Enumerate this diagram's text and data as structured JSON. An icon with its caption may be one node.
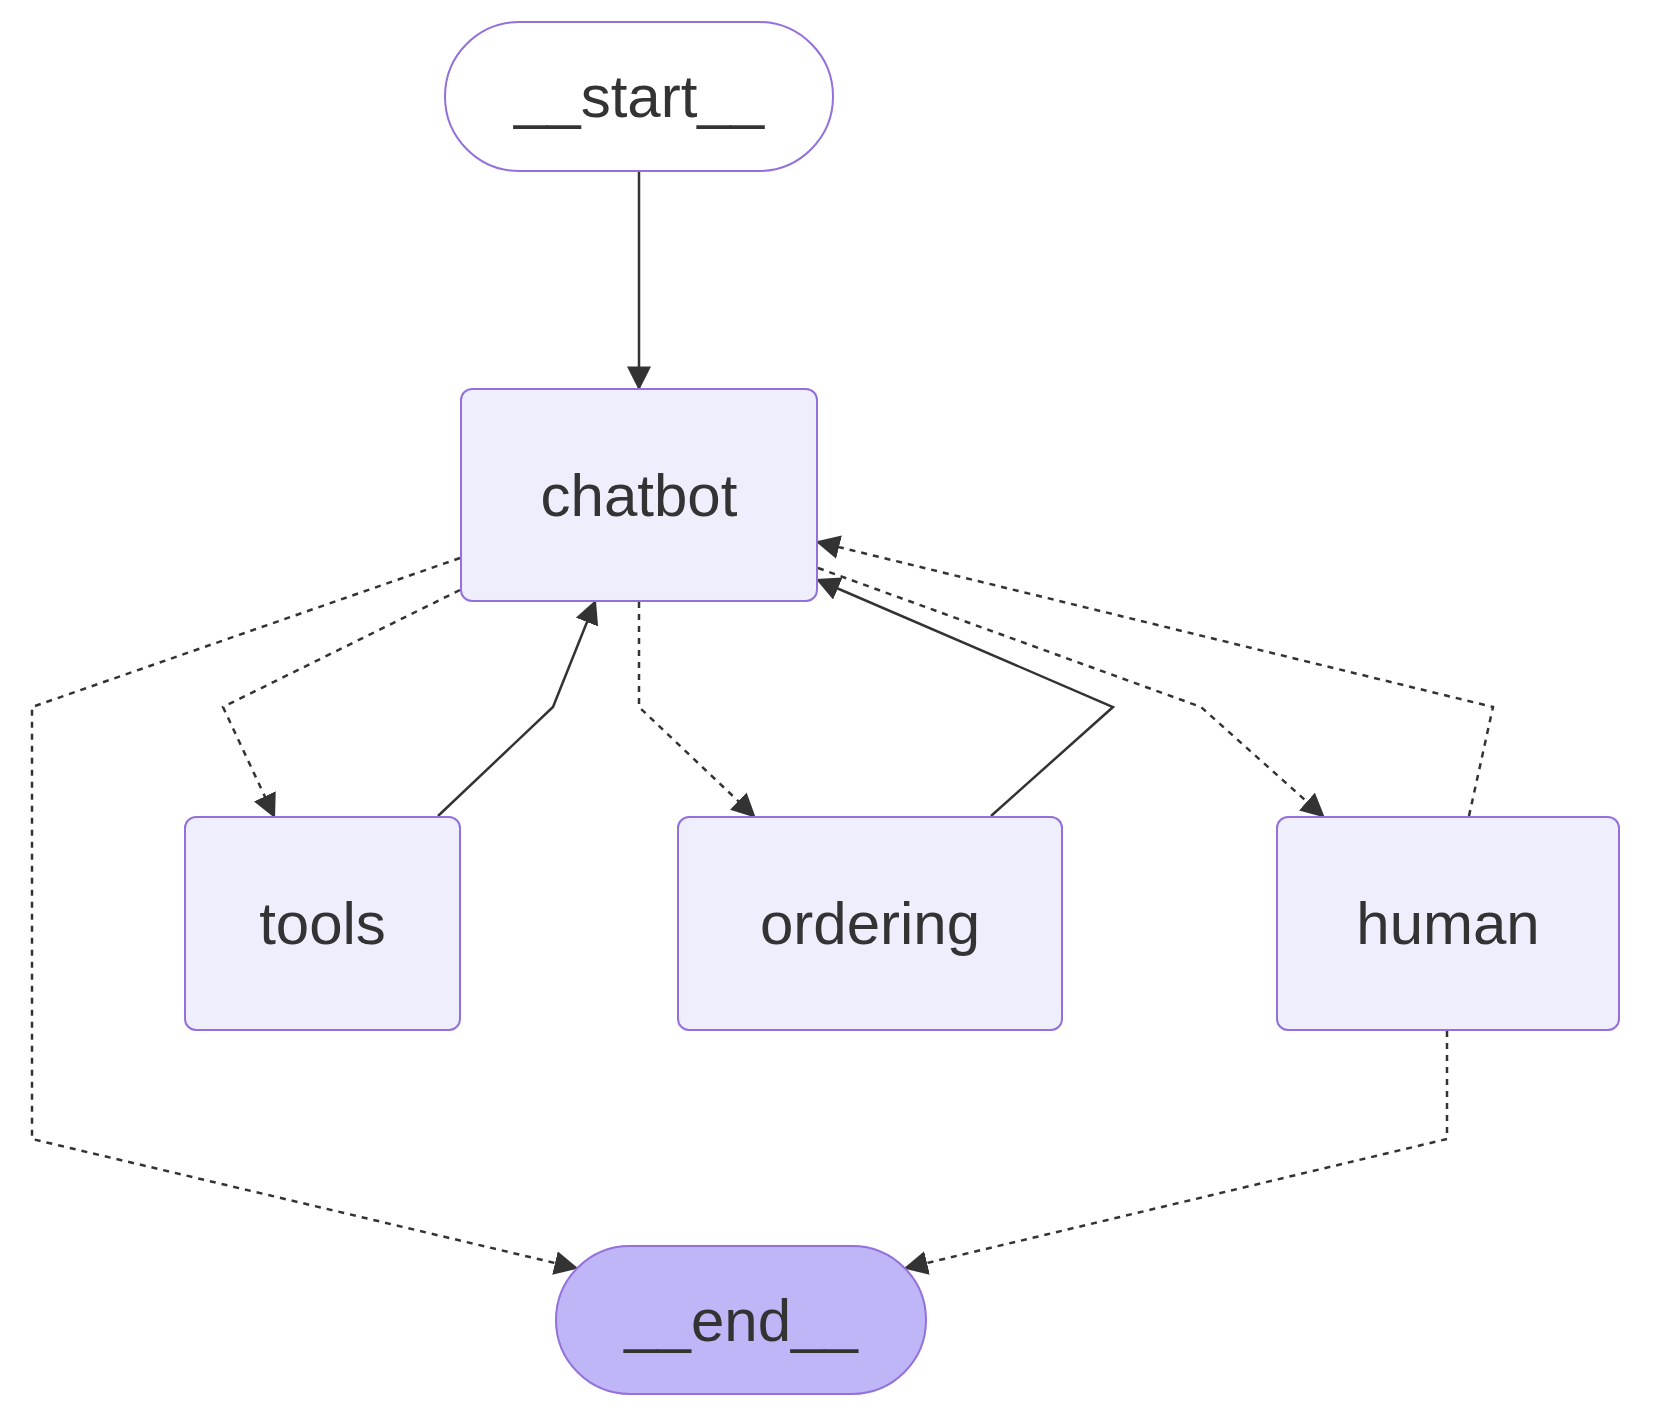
{
  "diagram": {
    "nodes": [
      {
        "text": [
          "__start__"
        ]
      },
      {
        "text": [
          "chatbot"
        ]
      },
      {
        "text": [
          "tools"
        ]
      },
      {
        "text": [
          "ordering"
        ]
      },
      {
        "text": [
          "human"
        ]
      },
      {
        "text": [
          "__end__"
        ]
      }
    ],
    "edges": [
      {
        "from": 0,
        "to": 1,
        "arrow": "to"
      },
      {
        "from": 1,
        "to": 2,
        "arrow": "to",
        "style": "dashed"
      },
      {
        "from": 1,
        "to": 3,
        "arrow": "to",
        "style": "dashed"
      },
      {
        "from": 1,
        "to": 4,
        "arrow": "to",
        "style": "dashed"
      },
      {
        "from": 1,
        "to": 5,
        "arrow": "to",
        "style": "dashed"
      },
      {
        "from": 2,
        "to": 1,
        "arrow": "to"
      },
      {
        "from": 3,
        "to": 1,
        "arrow": "to"
      },
      {
        "from": 4,
        "to": 1,
        "arrow": "to",
        "style": "dashed"
      },
      {
        "from": 4,
        "to": 5,
        "arrow": "to",
        "style": "dashed"
      }
    ]
  }
}
